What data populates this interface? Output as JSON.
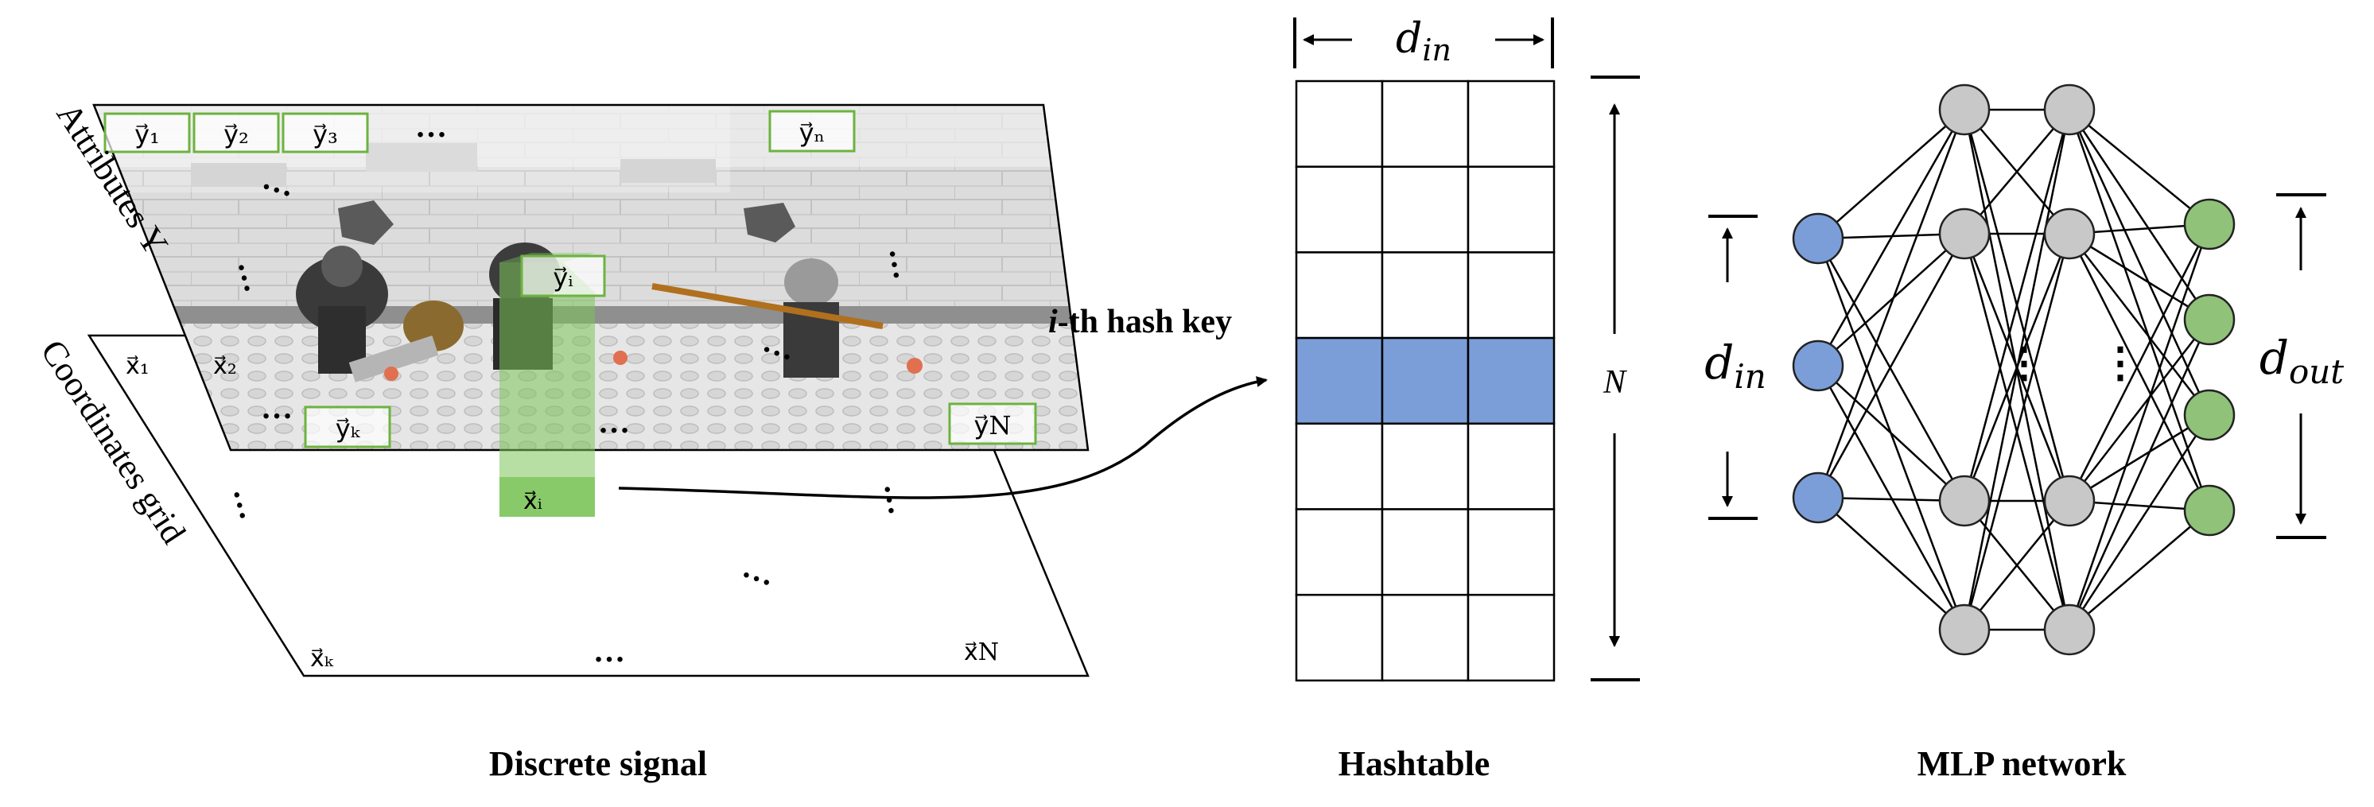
{
  "signal": {
    "caption": "Discrete signal",
    "attributes_label": "Attributes Y",
    "coords_label": "Coordinates grid",
    "attr_tags": {
      "y1": "y⃗₁",
      "y2": "y⃗₂",
      "y3": "y⃗₃",
      "yn": "y⃗ₙ",
      "yi": "y⃗ᵢ",
      "yk": "y⃗ₖ",
      "yN": "y⃗N"
    },
    "coord_tags": {
      "x1": "x⃗₁",
      "x2": "x⃗₂",
      "xi": "x⃗ᵢ",
      "xk": "x⃗ₖ",
      "xN": "x⃗N"
    },
    "ellipsis": "…",
    "colors": {
      "tag_border": "#6db33f",
      "column": "#7cc45a"
    }
  },
  "arrow": {
    "label_italic": "i",
    "label_rest": "-th hash key"
  },
  "hashtable": {
    "caption": "Hashtable",
    "width_label_base": "d",
    "width_label_sub": "in",
    "height_label": "N",
    "columns": 3,
    "rows": 7,
    "highlight_row": 4,
    "colors": {
      "highlight": "#7b9ed8",
      "grid": "#000000"
    }
  },
  "mlp": {
    "caption": "MLP network",
    "input_label_base": "d",
    "input_label_sub": "in",
    "output_label_base": "d",
    "output_label_sub": "out",
    "ellipsis": "⋮",
    "layers": [
      3,
      4,
      4,
      4
    ],
    "colors": {
      "input": "#7b9ed8",
      "hidden": "#c8c8c8",
      "output": "#90c27a"
    }
  }
}
